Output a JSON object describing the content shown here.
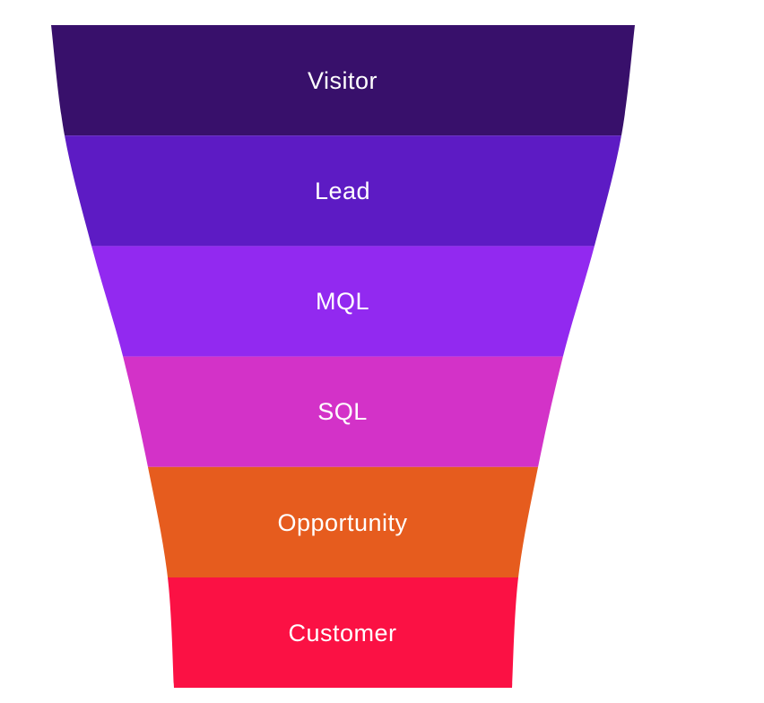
{
  "chart_data": {
    "type": "funnel",
    "title": "",
    "orientation": "top-wide-to-bottom-narrow",
    "legend": "none",
    "gridlines": false,
    "background_color": "#ffffff",
    "label_color": "#ffffff",
    "stages": [
      "Visitor",
      "Lead",
      "MQL",
      "SQL",
      "Opportunity",
      "Customer"
    ],
    "segments": [
      {
        "label": "Visitor",
        "color": "#38106b"
      },
      {
        "label": "Lead",
        "color": "#5d1bc4"
      },
      {
        "label": "MQL",
        "color": "#9229f0"
      },
      {
        "label": "SQL",
        "color": "#d332c8"
      },
      {
        "label": "Opportunity",
        "color": "#e65c1e"
      },
      {
        "label": "Customer",
        "color": "#fb1144"
      }
    ]
  }
}
